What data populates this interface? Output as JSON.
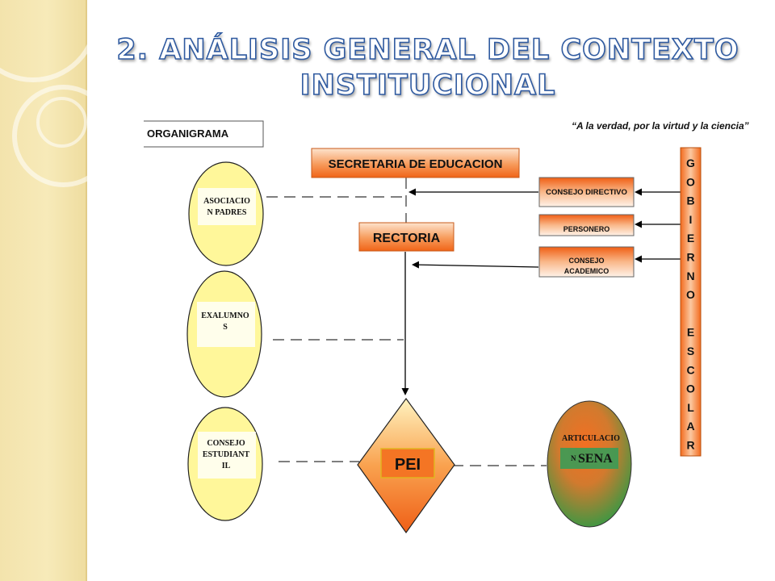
{
  "slide": {
    "title_line1": "2. ANÁLISIS GENERAL DEL CONTEXTO",
    "title_line2": "INSTITUCIONAL"
  },
  "diagram": {
    "label": "ORGANIGRAMA",
    "motto": "“A la verdad, por la virtud y la ciencia”",
    "secretaria": "SECRETARIA DE EDUCACION",
    "rectoria": "RECTORIA",
    "pei": "PEI",
    "consejo_directivo": "CONSEJO DIRECTIVO",
    "personero": "PERSONERO",
    "consejo_academico_1": "CONSEJO",
    "consejo_academico_2": "ACADEMICO",
    "asociacion_1": "ASOCIACIO",
    "asociacion_2": "N PADRES",
    "exalumnos_1": "EXALUMNO",
    "exalumnos_2": "S",
    "estudiantil_1": "CONSEJO",
    "estudiantil_2": "ESTUDIANT",
    "estudiantil_3": "IL",
    "sena_1": "ARTICULACIO",
    "sena_2": "N",
    "sena_3": "SENA",
    "gobierno_letters": [
      "G",
      "O",
      "B",
      "I",
      "E",
      "R",
      "N",
      "O",
      "",
      "E",
      "S",
      "C",
      "O",
      "L",
      "A",
      "R"
    ]
  },
  "colors": {
    "orange": "#f26a1b",
    "light_orange": "#fbd3b5",
    "yellow": "#fff79a",
    "green": "#3a9a3e",
    "title_stroke": "#2f5aa0"
  }
}
